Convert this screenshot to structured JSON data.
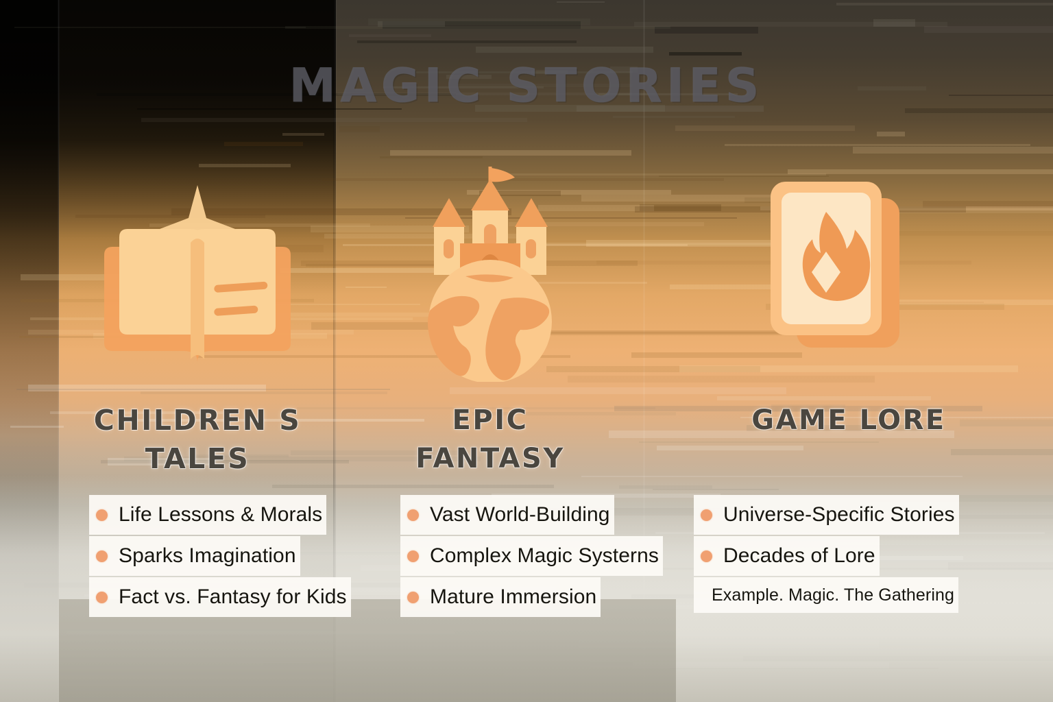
{
  "title": "MAGIC STORIES",
  "palette": {
    "bullet_orange": "#F0A071",
    "heading_grey": "#4A463F",
    "icon_light": "#FBD89B",
    "icon_mid": "#F7B570",
    "icon_deep": "#EF9A55",
    "panel_white": "#FDFBF6",
    "bg_warm": "#E8AC6E",
    "bg_dark": "#3C372F"
  },
  "columns": [
    {
      "id": "childrens-tales",
      "icon": "open-book-with-sparkle-icon",
      "heading": "CHILDREN S\nTALES",
      "items": [
        {
          "text": "Life Lessons & Morals",
          "bullet": true
        },
        {
          "text": "Sparks Imagination",
          "bullet": true
        },
        {
          "text": "Fact vs. Fantasy for Kids",
          "bullet": true
        }
      ]
    },
    {
      "id": "epic-fantasy",
      "icon": "castle-on-globe-icon",
      "heading": "EPIC\nFANTASY",
      "items": [
        {
          "text": "Vast World-Building",
          "bullet": true
        },
        {
          "text": "Complex Magic Systerns",
          "bullet": true
        },
        {
          "text": "Mature Immersion",
          "bullet": true
        }
      ]
    },
    {
      "id": "game-lore",
      "icon": "card-stack-with-flame-icon",
      "heading": "GAME LORE",
      "items": [
        {
          "text": "Universe-Specific Stories",
          "bullet": true
        },
        {
          "text": "Decades of Lore",
          "bullet": true
        },
        {
          "text": "Example. Magic. The Gathering",
          "bullet": false,
          "note": true
        }
      ]
    }
  ]
}
